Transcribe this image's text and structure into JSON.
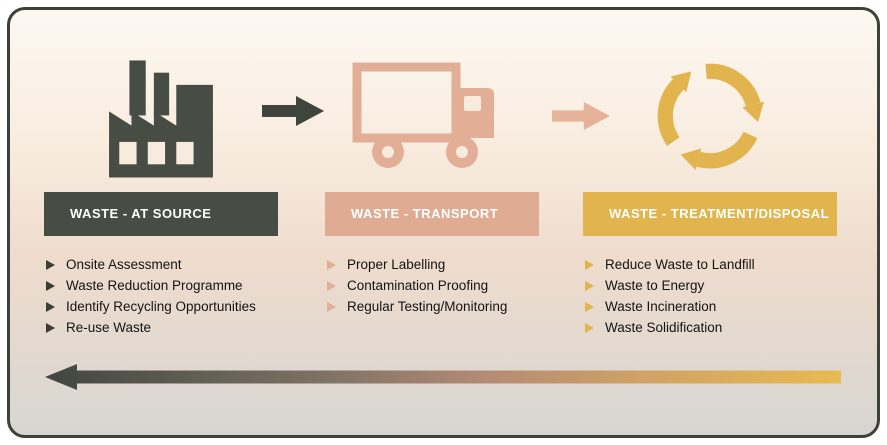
{
  "sections": [
    {
      "title": "WASTE - AT SOURCE",
      "icon": "factory-icon",
      "header_color": "#474c44",
      "bullet_color": "#3a3f38",
      "items": [
        "Onsite Assessment",
        "Waste Reduction Programme",
        "Identify Recycling Opportunities",
        "Re-use Waste"
      ]
    },
    {
      "title": "WASTE - TRANSPORT",
      "icon": "truck-icon",
      "header_color": "#e0ab93",
      "bullet_color": "#e2ae96",
      "items": [
        "Proper Labelling",
        "Contamination Proofing",
        "Regular Testing/Monitoring"
      ]
    },
    {
      "title": "WASTE - TREATMENT/DISPOSAL",
      "icon": "recycle-icon",
      "header_color": "#e2b44e",
      "bullet_color": "#e2b44e",
      "items": [
        "Reduce Waste to Landfill",
        "Waste to Energy",
        "Waste Incineration",
        "Waste Solidification"
      ]
    }
  ],
  "flow_arrows": [
    {
      "name": "arrow-source-to-transport",
      "direction": "right",
      "color": "#3f443c"
    },
    {
      "name": "arrow-transport-to-treatment",
      "direction": "right",
      "color": "#e6b29a"
    },
    {
      "name": "return-arrow",
      "direction": "left",
      "gradient": [
        "#41463e",
        "#b48b75",
        "#e7bb4f"
      ]
    }
  ]
}
